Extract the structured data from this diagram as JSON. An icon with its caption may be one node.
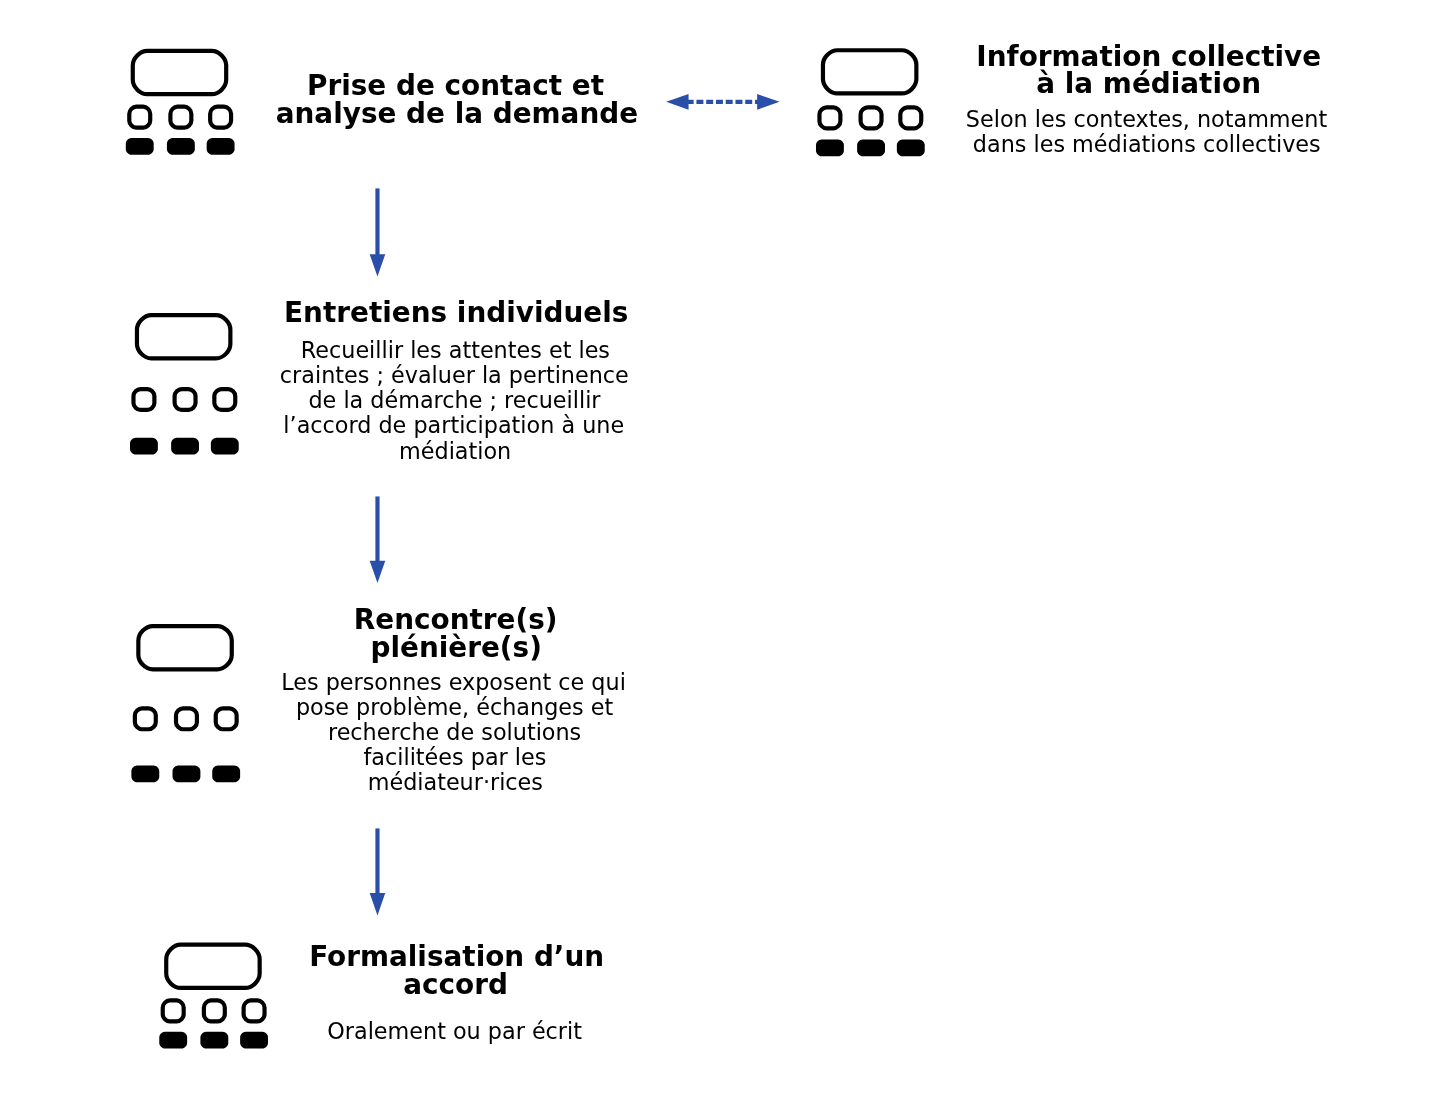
{
  "diagram": {
    "nodes": [
      {
        "text": [],
        "shape": "picture",
        "beside": [
          "Prise de contact et analyse de la demande"
        ]
      },
      {
        "text": [],
        "shape": "picture",
        "beside": [
          "Information collective à la médiation",
          "Selon les contextes, notamment dans les médiations collectives"
        ]
      },
      {
        "text": [],
        "shape": "picture",
        "beside": [
          "Entretiens individuels",
          "Recueillir les attentes et les craintes ; évaluer la pertinence de la démarche ; recueillir l’accord de participation à une médiation"
        ]
      },
      {
        "text": [],
        "shape": "picture",
        "beside": [
          "Rencontre(s) plénière(s)",
          "Les personnes exposent ce qui pose problème, échanges et recherche de solutions facilitées par les médiateur·rices"
        ]
      },
      {
        "text": [],
        "shape": "picture",
        "beside": [
          "Formalisation d’un accord",
          "Oralement ou par écrit"
        ]
      }
    ],
    "edges": [
      {
        "from": 0,
        "to": 1,
        "arrow": "both",
        "style": "dashed"
      },
      {
        "from": 0,
        "to": 2,
        "arrow": "to"
      },
      {
        "from": 2,
        "to": 3,
        "arrow": "to"
      },
      {
        "from": 3,
        "to": 4,
        "arrow": "to"
      }
    ]
  }
}
